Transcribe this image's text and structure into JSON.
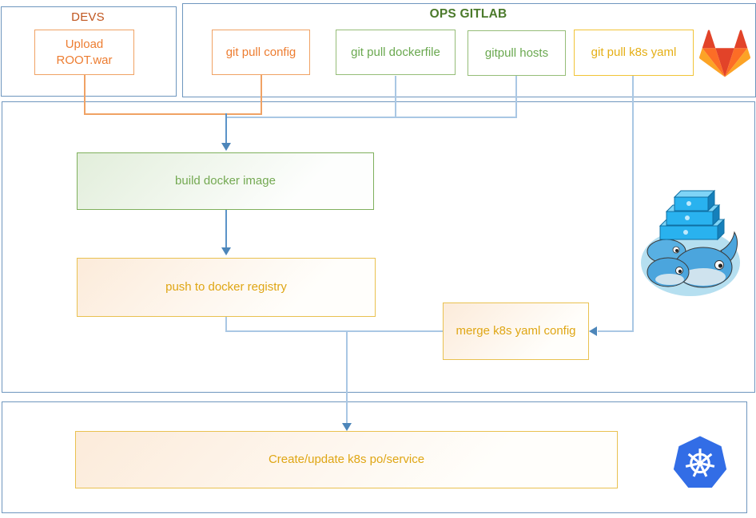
{
  "containers": {
    "devs": {
      "title": "DEVS"
    },
    "ops": {
      "title": "OPS GITLAB"
    }
  },
  "nodes": {
    "upload": {
      "line1": "Upload",
      "line2": "ROOT.war"
    },
    "git_pull_config": {
      "label": "git pull config"
    },
    "git_pull_dockerfile": {
      "label": "git pull dockerfile"
    },
    "gitpull_hosts": {
      "label": "gitpull hosts"
    },
    "git_pull_k8s_yaml": {
      "label": "git pull k8s yaml"
    },
    "build_docker_image": {
      "label": "build docker image"
    },
    "push_to_docker_registry": {
      "label": "push to docker registry"
    },
    "merge_k8s_yaml_config": {
      "label": "merge k8s yaml config"
    },
    "create_update_k8s": {
      "label": "Create/update k8s po/service"
    }
  },
  "icons": {
    "gitlab": "gitlab-tanuki-logo",
    "docker": "docker-whales-logo",
    "kubernetes": "kubernetes-helm-logo"
  },
  "colors": {
    "container_border": "#6e96be",
    "orange_accent": "#ed7d31",
    "orange_border": "#f0a264",
    "green_text": "#6aa84f",
    "green_border": "#95bd77",
    "gold_text": "#dfa614",
    "gold_border": "#e9c150",
    "connector_blue": "#a9c7e4",
    "arrow_blue": "#5b93c8",
    "devs_title": "#c0561f",
    "ops_title": "#4b7a2b",
    "kubernetes_blue": "#326de6",
    "gitlab_red": "#e24329",
    "gitlab_orange": "#fc6d26",
    "gitlab_light_orange": "#fca326"
  }
}
